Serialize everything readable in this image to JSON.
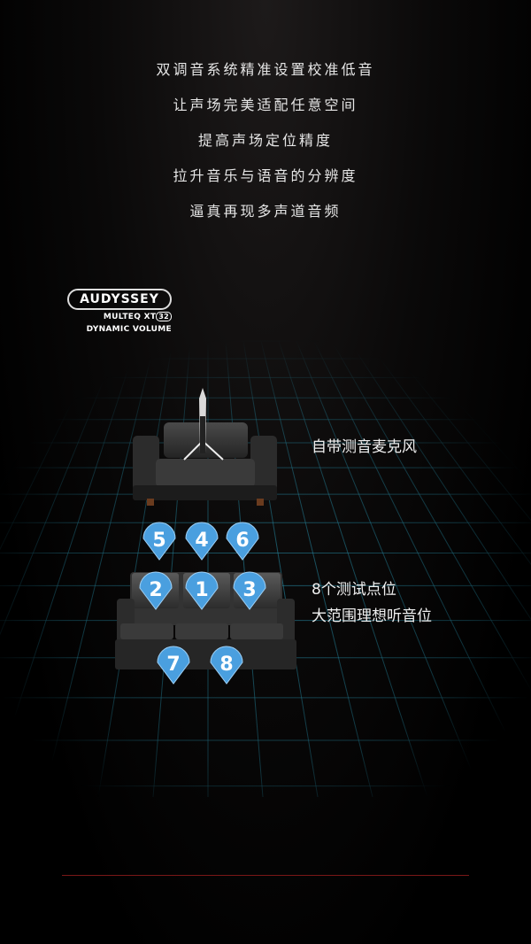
{
  "features": [
    "双调音系统精准设置校准低音",
    "让声场完美适配任意空间",
    "提高声场定位精度",
    "拉升音乐与语音的分辨度",
    "逼真再现多声道音频"
  ],
  "logo": {
    "brand": "AUDYSSEY",
    "line1_prefix": "MULTEQ XT",
    "line1_badge": "32",
    "line2": "DYNAMIC VOLUME"
  },
  "mic_label": "自带测音麦克风",
  "points_label": [
    "8个测试点位",
    "大范围理想听音位"
  ],
  "markers": [
    "5",
    "4",
    "6",
    "2",
    "1",
    "3",
    "7",
    "8"
  ],
  "colors": {
    "marker": "#4a9fdf",
    "accent_line": "#7a1717",
    "grid": "#2a9bb8"
  }
}
